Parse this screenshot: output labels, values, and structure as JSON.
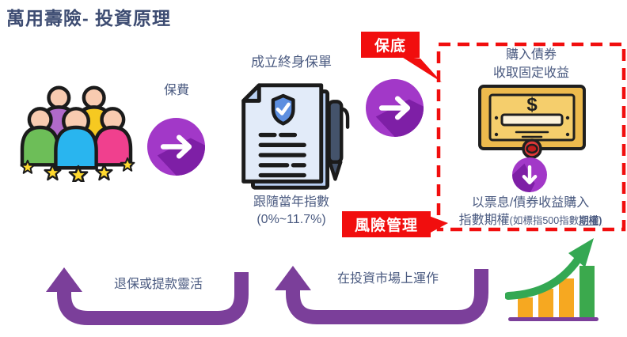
{
  "title": "萬用壽險- 投資原理",
  "flow": {
    "premium_label": "保費",
    "policy_title": "成立終身保單",
    "policy_note_line1": "跟隨當年指數",
    "policy_note_line2": "(0%~11.7%)"
  },
  "badges": {
    "guarantee": "保底",
    "risk": "風險管理"
  },
  "bond_box": {
    "line1": "購入債券",
    "line2": "收取固定收益",
    "certificate_symbol": "$",
    "options_line1": "以票息/債券收益購入",
    "options_main": "指數期權",
    "options_note_prefix": "(如標指500指數",
    "options_note_bold": "期權)"
  },
  "loops": {
    "surrender_label": "退保或提款靈活",
    "market_label": "在投資市場上運作"
  },
  "icons": {
    "people_group": "people-group-icon",
    "arrow_right_1": "arrow-right-icon",
    "arrow_right_2": "arrow-right-icon",
    "arrow_down": "arrow-down-icon",
    "policy_document": "policy-document-icon",
    "pen": "pen-icon",
    "bond_certificate": "bond-certificate-icon",
    "loop_arrow_left": "u-turn-arrow-icon",
    "loop_arrow_right": "u-turn-arrow-icon",
    "growth_chart": "growth-chart-icon"
  },
  "colors": {
    "badge_red": "#F10E0E",
    "circle_purple": "#A238C8",
    "circle_purple_dark": "#7E1FA6",
    "loop_purple": "#7B3F9A",
    "title_navy": "#3D4C72",
    "text_blue": "#4A5A80",
    "doc_paper": "#E2EBF9",
    "doc_paper_back": "#B9CFF2",
    "shield_blue": "#5D8FE0",
    "certificate_gold": "#EDBA4D",
    "seal_red": "#E03A3A",
    "bar_orange": "#F6A821",
    "chart_green": "#34A853",
    "bar_green": "#3BA94D"
  }
}
